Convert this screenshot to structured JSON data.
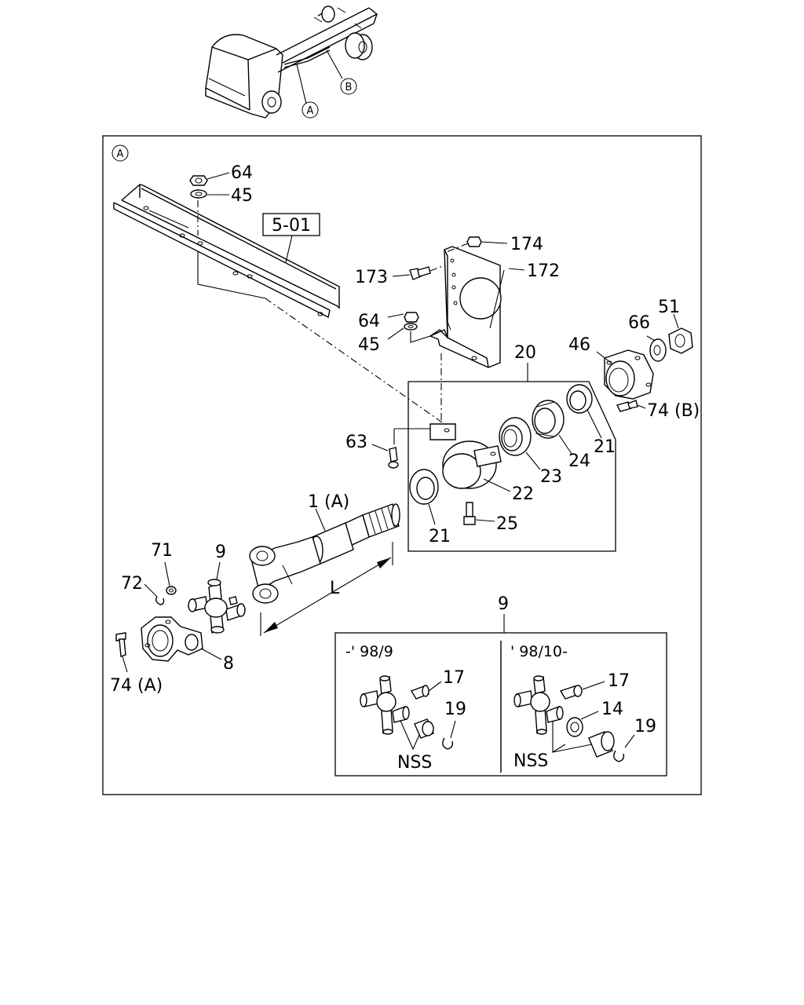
{
  "callouts": {
    "view_a_top": "A",
    "view_b_top": "B",
    "view_a_frame": "A"
  },
  "section_ref": "5-01",
  "labels": {
    "p64_top": "64",
    "p45_top": "45",
    "p174": "174",
    "p173": "173",
    "p172": "172",
    "p64_mid": "64",
    "p45_mid": "45",
    "p20": "20",
    "p46": "46",
    "p66": "66",
    "p51": "51",
    "p74b": "74 (B)",
    "p63": "63",
    "p21_right": "21",
    "p24": "24",
    "p23": "23",
    "p22": "22",
    "p25": "25",
    "p21_left": "21",
    "p1a": "1 (A)",
    "pL": "L",
    "p71": "71",
    "p9_main": "9",
    "p72": "72",
    "p8": "8",
    "p74a": "74 (A)",
    "p9_detail": "9"
  },
  "detail": {
    "left_title": "-' 98/9",
    "right_title": "' 98/10-",
    "left": {
      "p17": "17",
      "p19": "19",
      "nss": "NSS"
    },
    "right": {
      "p17": "17",
      "p14": "14",
      "p19": "19",
      "nss": "NSS"
    }
  }
}
